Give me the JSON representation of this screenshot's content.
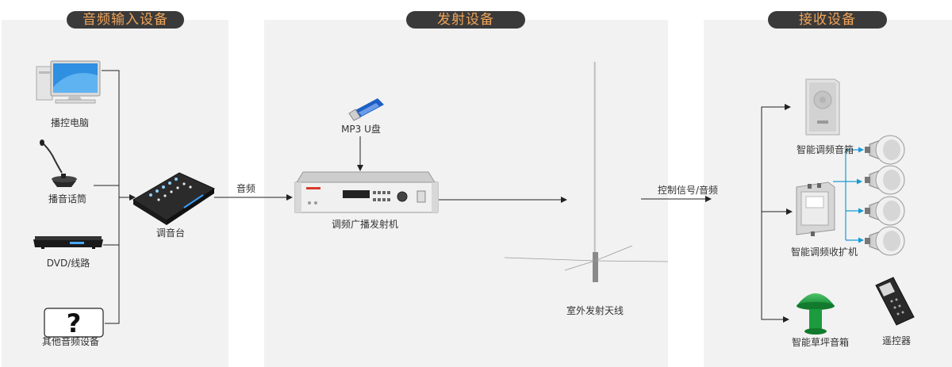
{
  "sections": {
    "input": {
      "title": "音频输入设备"
    },
    "transmit": {
      "title": "发射设备"
    },
    "receive": {
      "title": "接收设备"
    }
  },
  "devices": {
    "pc": {
      "label": "播控电脑",
      "icon": "computer-icon"
    },
    "mic": {
      "label": "播音话筒",
      "icon": "gooseneck-microphone-icon"
    },
    "dvd": {
      "label": "DVD/线路",
      "icon": "dvd-player-icon"
    },
    "other": {
      "label": "其他音频设备",
      "icon": "question-mark-icon"
    },
    "mixer": {
      "label": "调音台",
      "icon": "audio-mixer-icon"
    },
    "usb": {
      "label": "MP3 U盘",
      "icon": "usb-drive-icon"
    },
    "transmitter": {
      "label": "调频广播发射机",
      "icon": "rack-transmitter-icon"
    },
    "antenna": {
      "label": "室外发射天线",
      "icon": "antenna-icon"
    },
    "speaker": {
      "label": "智能调频音箱",
      "icon": "wall-speaker-icon"
    },
    "receiver": {
      "label": "智能调频收扩机",
      "icon": "receiver-amplifier-icon"
    },
    "lawn": {
      "label": "智能草坪音箱",
      "icon": "lawn-speaker-icon"
    },
    "remote": {
      "label": "遥控器",
      "icon": "remote-control-icon"
    },
    "horns": {
      "icon": "horn-speaker-icon",
      "count": 4
    }
  },
  "edges": {
    "audio": {
      "label": "音频"
    },
    "control": {
      "label": "控制信号/音频"
    }
  },
  "colors": {
    "panel": "#f2f2f2",
    "title_bg": "#3a3a3a",
    "title_text": "#f0a458",
    "line": "#222222",
    "horn_line": "#1a9ad6"
  }
}
